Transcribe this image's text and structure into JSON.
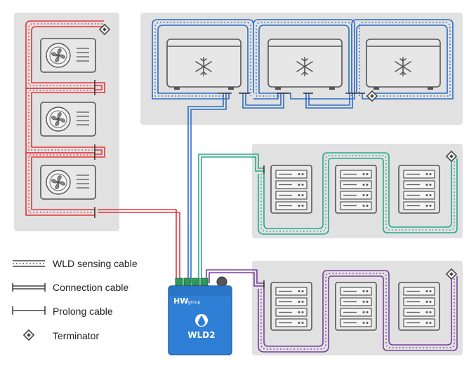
{
  "legend": {
    "sensing": "WLD sensing cable",
    "connection": "Connection cable",
    "prolong": "Prolong cable",
    "terminator": "Terminator"
  },
  "device": {
    "brand": "HW",
    "brand_sub": "group",
    "name": "WLD2"
  },
  "colors": {
    "red": "#e5333b",
    "blue": "#2b6cc4",
    "green": "#2aa884",
    "purple": "#7a3f9d",
    "panel": "#e1e1e1",
    "device": "#2f7fd6"
  },
  "icons": [
    "ac-outdoor-unit-icon",
    "freezer-icon",
    "server-rack-icon",
    "terminator-icon",
    "water-drop-icon"
  ]
}
